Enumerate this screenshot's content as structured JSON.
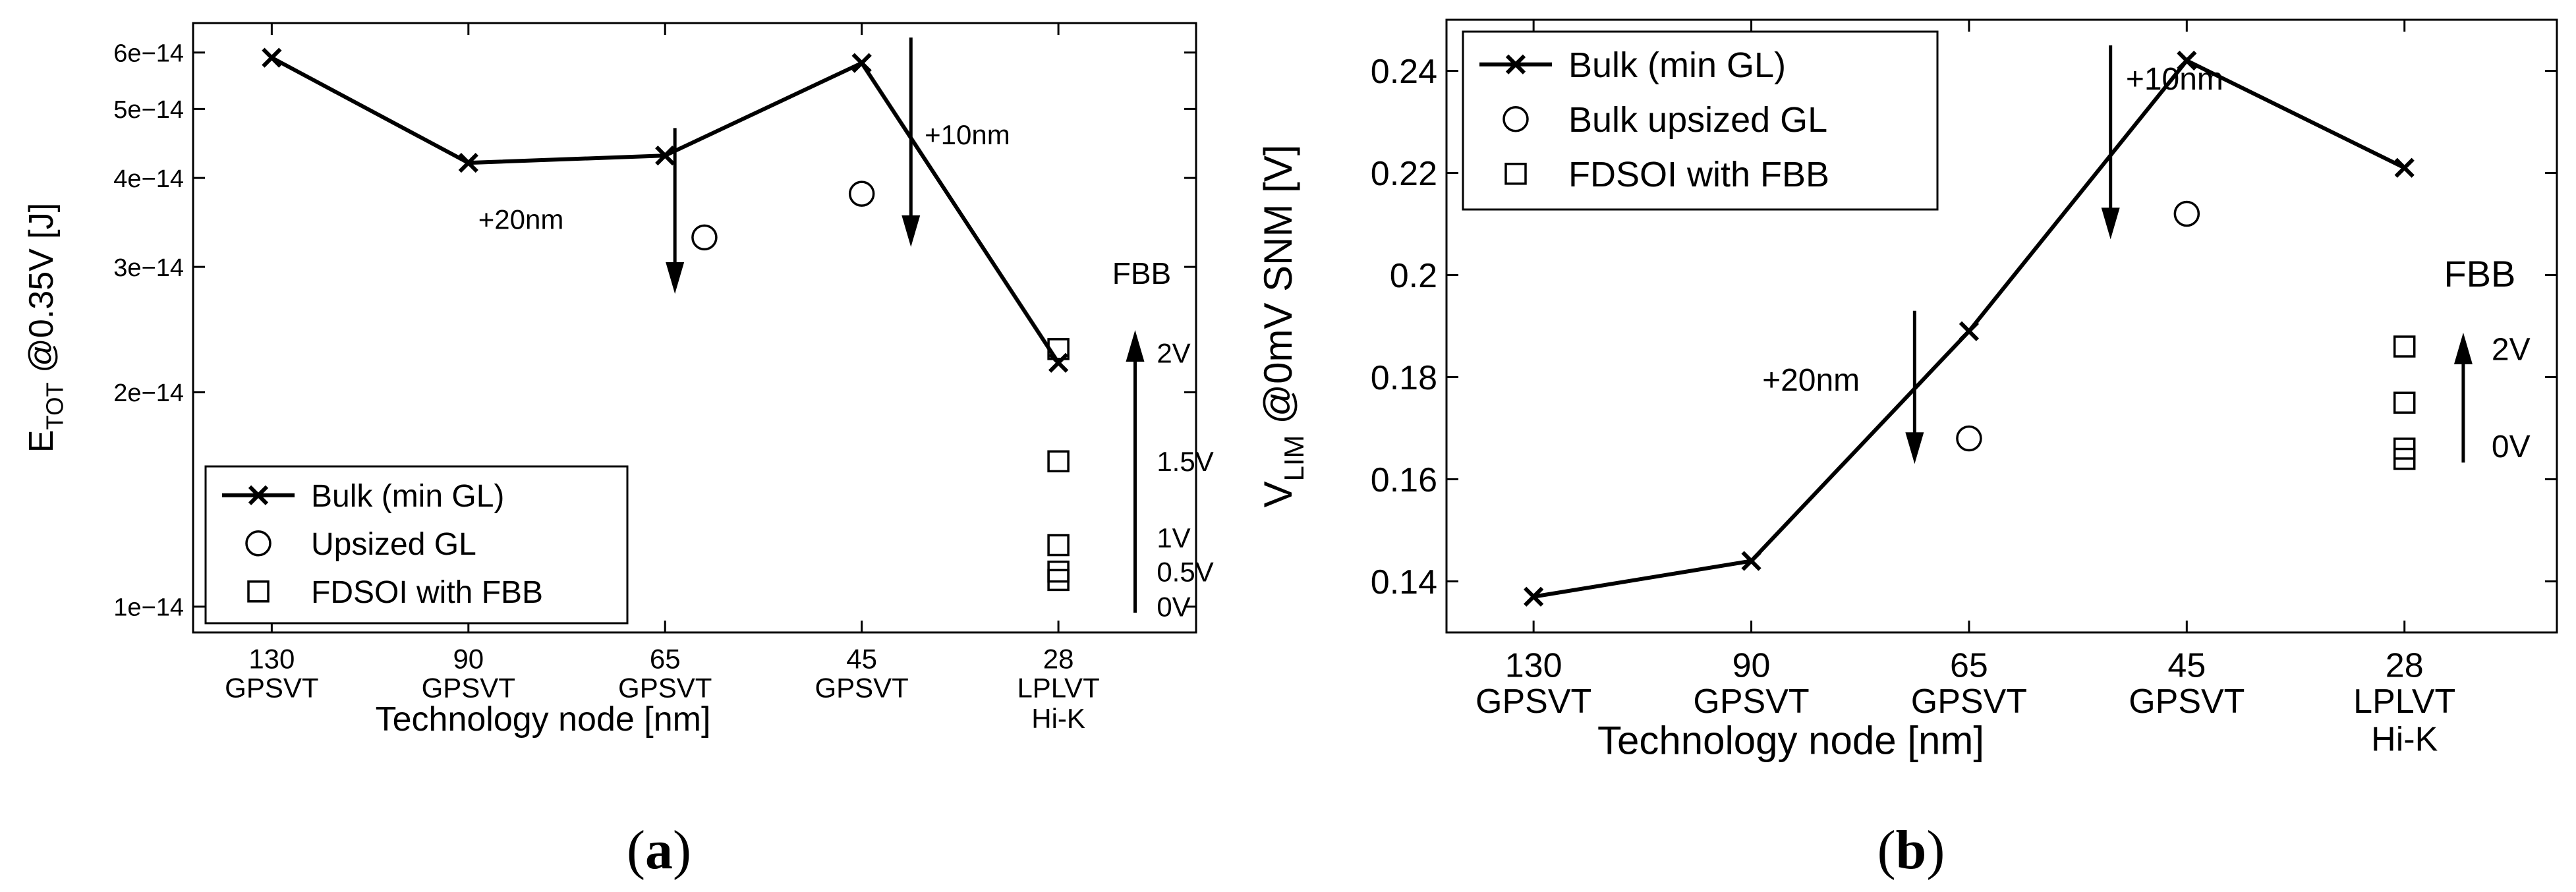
{
  "chart_data": [
    {
      "type": "line",
      "panel_label": "a",
      "y_scale": "log",
      "ylabel_main": "E",
      "ylabel_sub": "TOT",
      "ylabel_rest": " @0.35V [J]",
      "xlabel": "Technology node [nm]",
      "categories": [
        {
          "node": "130",
          "tech": "GPSVT",
          "extra": ""
        },
        {
          "node": "90",
          "tech": "GPSVT",
          "extra": ""
        },
        {
          "node": "65",
          "tech": "GPSVT",
          "extra": ""
        },
        {
          "node": "45",
          "tech": "GPSVT",
          "extra": ""
        },
        {
          "node": "28",
          "tech": "LPLVT",
          "extra": "Hi-K"
        }
      ],
      "xlim": [
        0.6,
        5.7
      ],
      "ylim": [
        9.2e-15,
        6.6e-14
      ],
      "yticks": [
        {
          "v": 1e-14,
          "label": "1e−14"
        },
        {
          "v": 2e-14,
          "label": "2e−14"
        },
        {
          "v": 3e-14,
          "label": "3e−14"
        },
        {
          "v": 4e-14,
          "label": "4e−14"
        },
        {
          "v": 5e-14,
          "label": "5e−14"
        },
        {
          "v": 6e-14,
          "label": "6e−14"
        }
      ],
      "series": [
        {
          "name": "Bulk (min GL)",
          "marker": "x",
          "line": true,
          "points": [
            [
              1,
              5.9e-14
            ],
            [
              2,
              4.2e-14
            ],
            [
              3,
              4.3e-14
            ],
            [
              4,
              5.8e-14
            ],
            [
              5,
              2.2e-14
            ]
          ]
        },
        {
          "name": "Upsized GL",
          "marker": "circle",
          "line": false,
          "points": [
            [
              3.2,
              3.3e-14
            ],
            [
              4,
              3.8e-14
            ]
          ]
        },
        {
          "name": "FDSOI with FBB",
          "marker": "square",
          "line": false,
          "points": [
            [
              5,
              2.3e-14
            ],
            [
              5,
              1.6e-14
            ],
            [
              5,
              1.22e-14
            ],
            [
              5,
              1.12e-14
            ],
            [
              5,
              1.09e-14
            ]
          ]
        }
      ],
      "annotations": [
        {
          "text": "+20nm",
          "arrow_x": 3.05,
          "arrow_y_from": 4.7e-14,
          "arrow_y_to": 2.75e-14,
          "text_x": 2.05,
          "text_y": 3.5e-14
        },
        {
          "text": "+10nm",
          "arrow_x": 4.25,
          "arrow_y_from": 6.3e-14,
          "arrow_y_to": 3.2e-14,
          "text_x": 4.32,
          "text_y": 4.6e-14
        }
      ],
      "fbb": {
        "title": "FBB",
        "labels": [
          {
            "text": "2V",
            "y": 2.27e-14
          },
          {
            "text": "1.5V",
            "y": 1.6e-14
          },
          {
            "text": "1V",
            "y": 1.25e-14
          },
          {
            "text": "0.5V",
            "y": 1.12e-14
          },
          {
            "text": "0V",
            "y": 1e-14
          }
        ]
      },
      "legend_position": "bottom-left"
    },
    {
      "type": "line",
      "panel_label": "b",
      "y_scale": "linear",
      "ylabel_main": "V",
      "ylabel_sub": "LIM",
      "ylabel_rest": " @0mV SNM [V]",
      "xlabel": "Technology node [nm]",
      "categories": [
        {
          "node": "130",
          "tech": "GPSVT",
          "extra": ""
        },
        {
          "node": "90",
          "tech": "GPSVT",
          "extra": ""
        },
        {
          "node": "65",
          "tech": "GPSVT",
          "extra": ""
        },
        {
          "node": "45",
          "tech": "GPSVT",
          "extra": ""
        },
        {
          "node": "28",
          "tech": "LPLVT",
          "extra": "Hi-K"
        }
      ],
      "xlim": [
        0.6,
        5.7
      ],
      "ylim": [
        0.13,
        0.25
      ],
      "yticks": [
        {
          "v": 0.14,
          "label": "0.14"
        },
        {
          "v": 0.16,
          "label": "0.16"
        },
        {
          "v": 0.18,
          "label": "0.18"
        },
        {
          "v": 0.2,
          "label": "0.2"
        },
        {
          "v": 0.22,
          "label": "0.22"
        },
        {
          "v": 0.24,
          "label": "0.24"
        }
      ],
      "series": [
        {
          "name": "Bulk (min GL)",
          "marker": "x",
          "line": true,
          "points": [
            [
              1,
              0.137
            ],
            [
              2,
              0.144
            ],
            [
              3,
              0.189
            ],
            [
              4,
              0.242
            ],
            [
              5,
              0.221
            ]
          ]
        },
        {
          "name": "Bulk upsized GL",
          "marker": "circle",
          "line": false,
          "points": [
            [
              3,
              0.168
            ],
            [
              4,
              0.212
            ]
          ]
        },
        {
          "name": "FDSOI with FBB",
          "marker": "square",
          "line": false,
          "points": [
            [
              5,
              0.186
            ],
            [
              5,
              0.175
            ],
            [
              5,
              0.166
            ],
            [
              5,
              0.164
            ]
          ]
        }
      ],
      "annotations": [
        {
          "text": "+20nm",
          "arrow_x": 2.75,
          "arrow_y_from": 0.193,
          "arrow_y_to": 0.163,
          "text_x": 2.05,
          "text_y": 0.1795
        },
        {
          "text": "+10nm",
          "arrow_x": 3.65,
          "arrow_y_from": 0.245,
          "arrow_y_to": 0.207,
          "text_x": 3.72,
          "text_y": 0.2385
        }
      ],
      "fbb": {
        "title": "FBB",
        "labels": [
          {
            "text": "2V",
            "y": 0.1855
          },
          {
            "text": "0V",
            "y": 0.1665
          }
        ]
      },
      "legend_position": "top-left"
    }
  ]
}
